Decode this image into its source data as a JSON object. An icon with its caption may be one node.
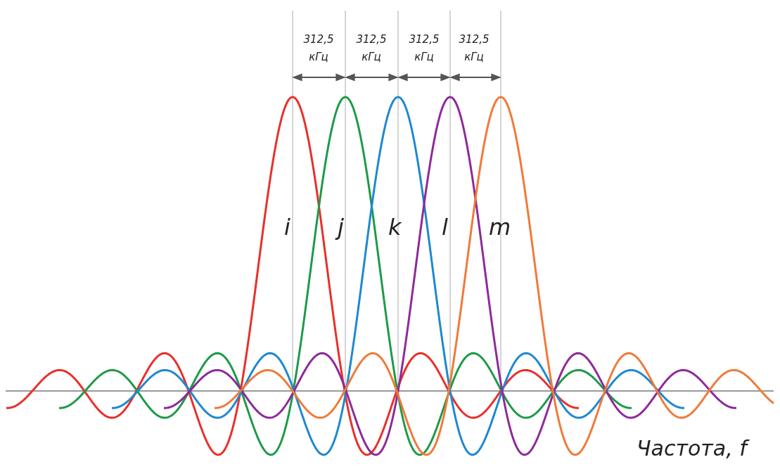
{
  "diagram": {
    "labels": [
      "312,5 кГц",
      "312,5 кГц",
      "312,5 кГц",
      "312,5 кГц",
      "i",
      "j",
      "k",
      "l",
      "m",
      "Частота, f"
    ]
  }
}
